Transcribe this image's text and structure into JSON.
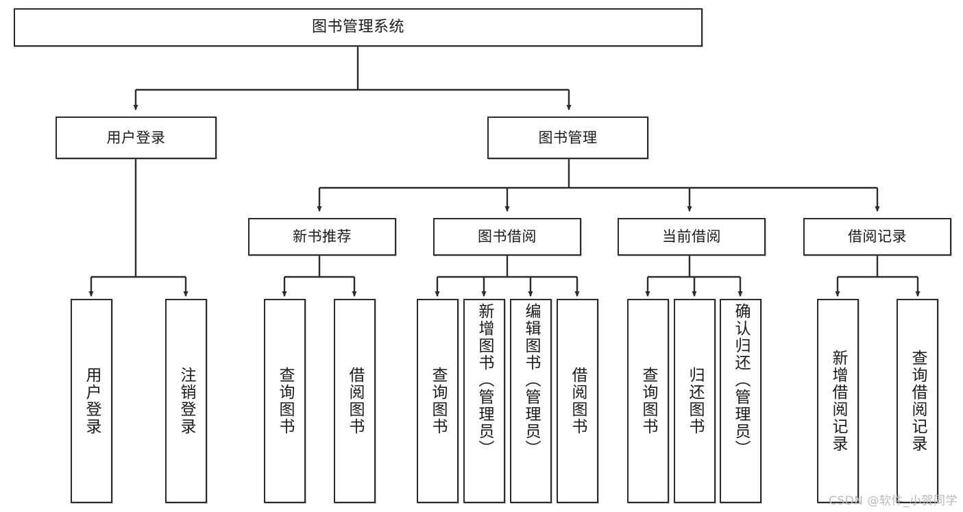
{
  "diagram": {
    "title": "图书管理系统",
    "type": "tree",
    "watermark": "CSDN @软件_小贺同学",
    "colors": {
      "stroke": "#2b2b2b",
      "fill": "#ffffff",
      "text": "#1a1a1a",
      "watermark": "#b9b9b9"
    },
    "levels": {
      "root": "图书管理系统",
      "tier2": [
        "用户登录",
        "图书管理"
      ],
      "tier3": [
        "新书推荐",
        "图书借阅",
        "当前借阅",
        "借阅记录"
      ]
    }
  },
  "nodes": {
    "root": {
      "label": "图书管理系统"
    },
    "user_login": {
      "label": "用户登录"
    },
    "book_manage": {
      "label": "图书管理"
    },
    "new_book_rec": {
      "label": "新书推荐"
    },
    "book_borrow": {
      "label": "图书借阅"
    },
    "current_borrow": {
      "label": "当前借阅"
    },
    "borrow_record": {
      "label": "借阅记录"
    },
    "leaf_user_login": {
      "label": "用户登录"
    },
    "leaf_logout": {
      "label": "注销登录"
    },
    "leaf_query_book_1": {
      "label": "查询图书"
    },
    "leaf_borrow_book_1": {
      "label": "借阅图书"
    },
    "leaf_query_book_2": {
      "label": "查询图书"
    },
    "leaf_add_book_admin": {
      "label": "新增图书（管理员）"
    },
    "leaf_edit_book_admin": {
      "label": "编辑图书（管理员）"
    },
    "leaf_borrow_book_2": {
      "label": "借阅图书"
    },
    "leaf_query_book_3": {
      "label": "查询图书"
    },
    "leaf_return_book": {
      "label": "归还图书"
    },
    "leaf_confirm_return_admin": {
      "label": "确认归还（管理员）"
    },
    "leaf_add_record": {
      "label": "新增借阅记录"
    },
    "leaf_query_record": {
      "label": "查询借阅记录"
    }
  }
}
